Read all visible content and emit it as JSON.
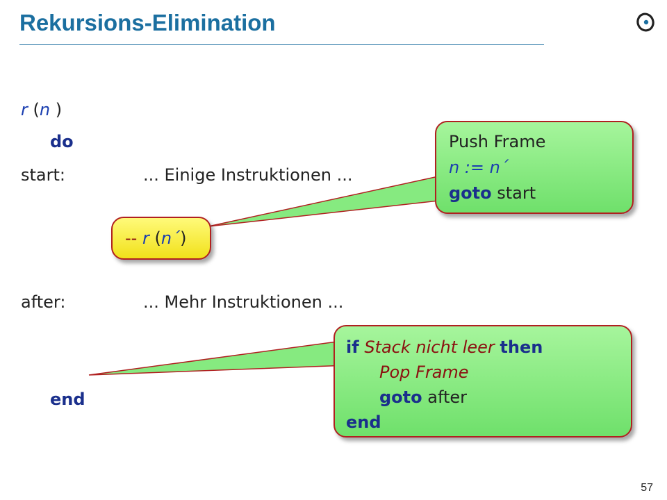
{
  "slide": {
    "title": "Rekursions-Elimination",
    "page_number": "57"
  },
  "code": {
    "signature_r": "r",
    "signature_open": "(",
    "signature_n": "n",
    "signature_close": ")",
    "do_kw": "do",
    "start_label": "start:",
    "start_body": "... Einige Instruktionen ...",
    "after_label": "after:",
    "after_body": "... Mehr Instruktionen ...",
    "end_kw": "end"
  },
  "callouts": {
    "push": {
      "line1": "Push Frame",
      "line2": "n := n´",
      "line3_kw": "goto",
      "line3_text": " start"
    },
    "comment": {
      "dash": "--",
      "r": "r",
      "open": "(",
      "n": "n´",
      "close": ")"
    },
    "pop": {
      "if_kw": "if",
      "condition": "Stack nicht leer",
      "then_kw": "then",
      "pop_text": "Pop Frame",
      "goto_kw": "goto",
      "goto_text": " after",
      "end_kw": "end"
    }
  },
  "colors": {
    "title": "#1b6fa0",
    "keyword": "#1a2f8c",
    "callout_green": "#86ea80",
    "callout_yellow": "#f7ee3a",
    "callout_border": "#b02020"
  }
}
